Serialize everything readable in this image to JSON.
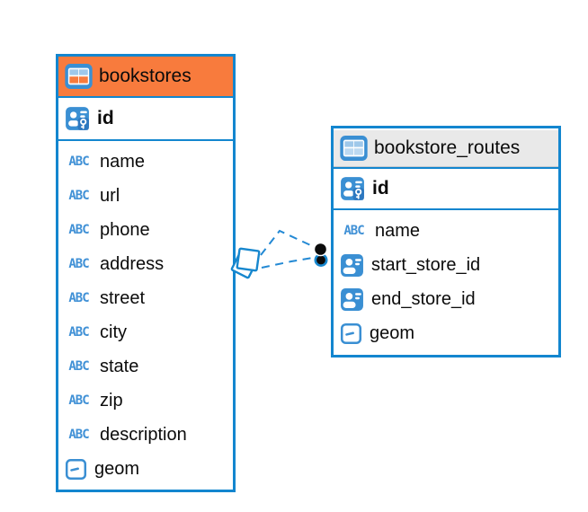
{
  "diagram": {
    "tables": [
      {
        "name": "bookstores",
        "selected": true,
        "header_icon": "table-icon",
        "primary_key": {
          "name": "id",
          "type_icon": "person-key-icon"
        },
        "columns": [
          {
            "name": "name",
            "type_icon": "text-abc-icon"
          },
          {
            "name": "url",
            "type_icon": "text-abc-icon"
          },
          {
            "name": "phone",
            "type_icon": "text-abc-icon"
          },
          {
            "name": "address",
            "type_icon": "text-abc-icon"
          },
          {
            "name": "street",
            "type_icon": "text-abc-icon"
          },
          {
            "name": "city",
            "type_icon": "text-abc-icon"
          },
          {
            "name": "state",
            "type_icon": "text-abc-icon"
          },
          {
            "name": "zip",
            "type_icon": "text-abc-icon"
          },
          {
            "name": "description",
            "type_icon": "text-abc-icon"
          },
          {
            "name": "geom",
            "type_icon": "geometry-icon"
          }
        ]
      },
      {
        "name": "bookstore_routes",
        "selected": false,
        "header_icon": "table-icon",
        "primary_key": {
          "name": "id",
          "type_icon": "person-key-icon"
        },
        "columns": [
          {
            "name": "name",
            "type_icon": "text-abc-icon"
          },
          {
            "name": "start_store_id",
            "type_icon": "person-badge-icon"
          },
          {
            "name": "end_store_id",
            "type_icon": "person-badge-icon"
          },
          {
            "name": "geom",
            "type_icon": "geometry-icon"
          }
        ]
      }
    ],
    "relationship": {
      "from": "bookstores",
      "to": "bookstore_routes",
      "line_style": "dashed",
      "line_count": 2,
      "from_marker": "stacked-diamonds",
      "to_marker": "stacked-dots"
    }
  },
  "colors": {
    "border_blue": "#1386cf",
    "icon_blue": "#3a8fd3",
    "selected_header_orange": "#f87b3d",
    "header_gray": "#e9e9e9",
    "text": "#0b0b0b",
    "connector_blue": "#2389d4"
  }
}
